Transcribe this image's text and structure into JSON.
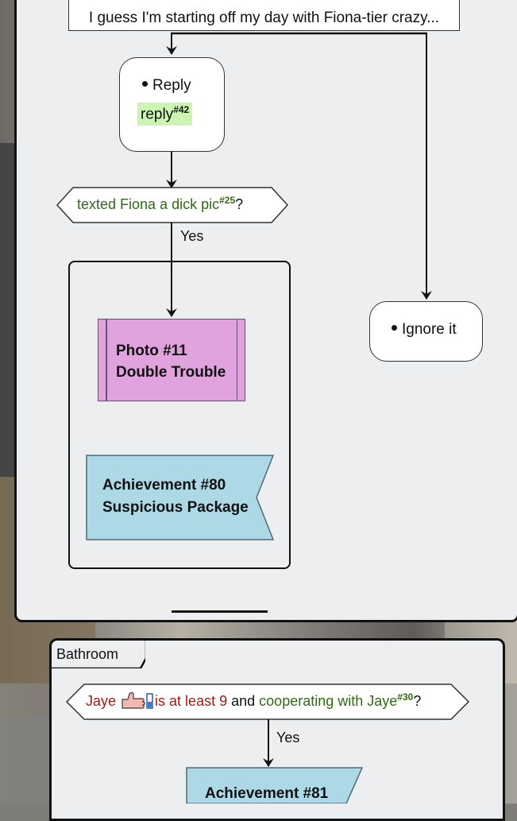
{
  "note": {
    "text": "I guess I'm starting off my day with Fiona-tier crazy..."
  },
  "reply": {
    "label": "Reply",
    "tag": "reply",
    "tag_ref": "#42"
  },
  "condition1": {
    "text": "texted Fiona a dick pic",
    "ref": "#25",
    "suffix": "?",
    "yes": "Yes"
  },
  "photo": {
    "line1": "Photo #11",
    "line2": "Double Trouble"
  },
  "achievement80": {
    "line1": "Achievement #80",
    "line2": "Suspicious Package"
  },
  "ignore": {
    "label": "Ignore it"
  },
  "bathroom": {
    "title": "Bathroom",
    "cond_name": "Jaye",
    "cond_stat": "is at least 9",
    "cond_and": "and",
    "cond_green": "cooperating with Jaye",
    "cond_ref": "#30",
    "cond_suffix": "?",
    "yes": "Yes",
    "achievement_line1": "Achievement #81"
  },
  "colors": {
    "panel": "#eceeef",
    "reply_tag": "#ccf5b4",
    "photo": "#e0a3de",
    "achievement": "#add8e6",
    "green_text": "#2f6b14",
    "red_text": "#9a1d12"
  },
  "icons": [
    "thumbs-up-icon",
    "status-bar-icon"
  ]
}
